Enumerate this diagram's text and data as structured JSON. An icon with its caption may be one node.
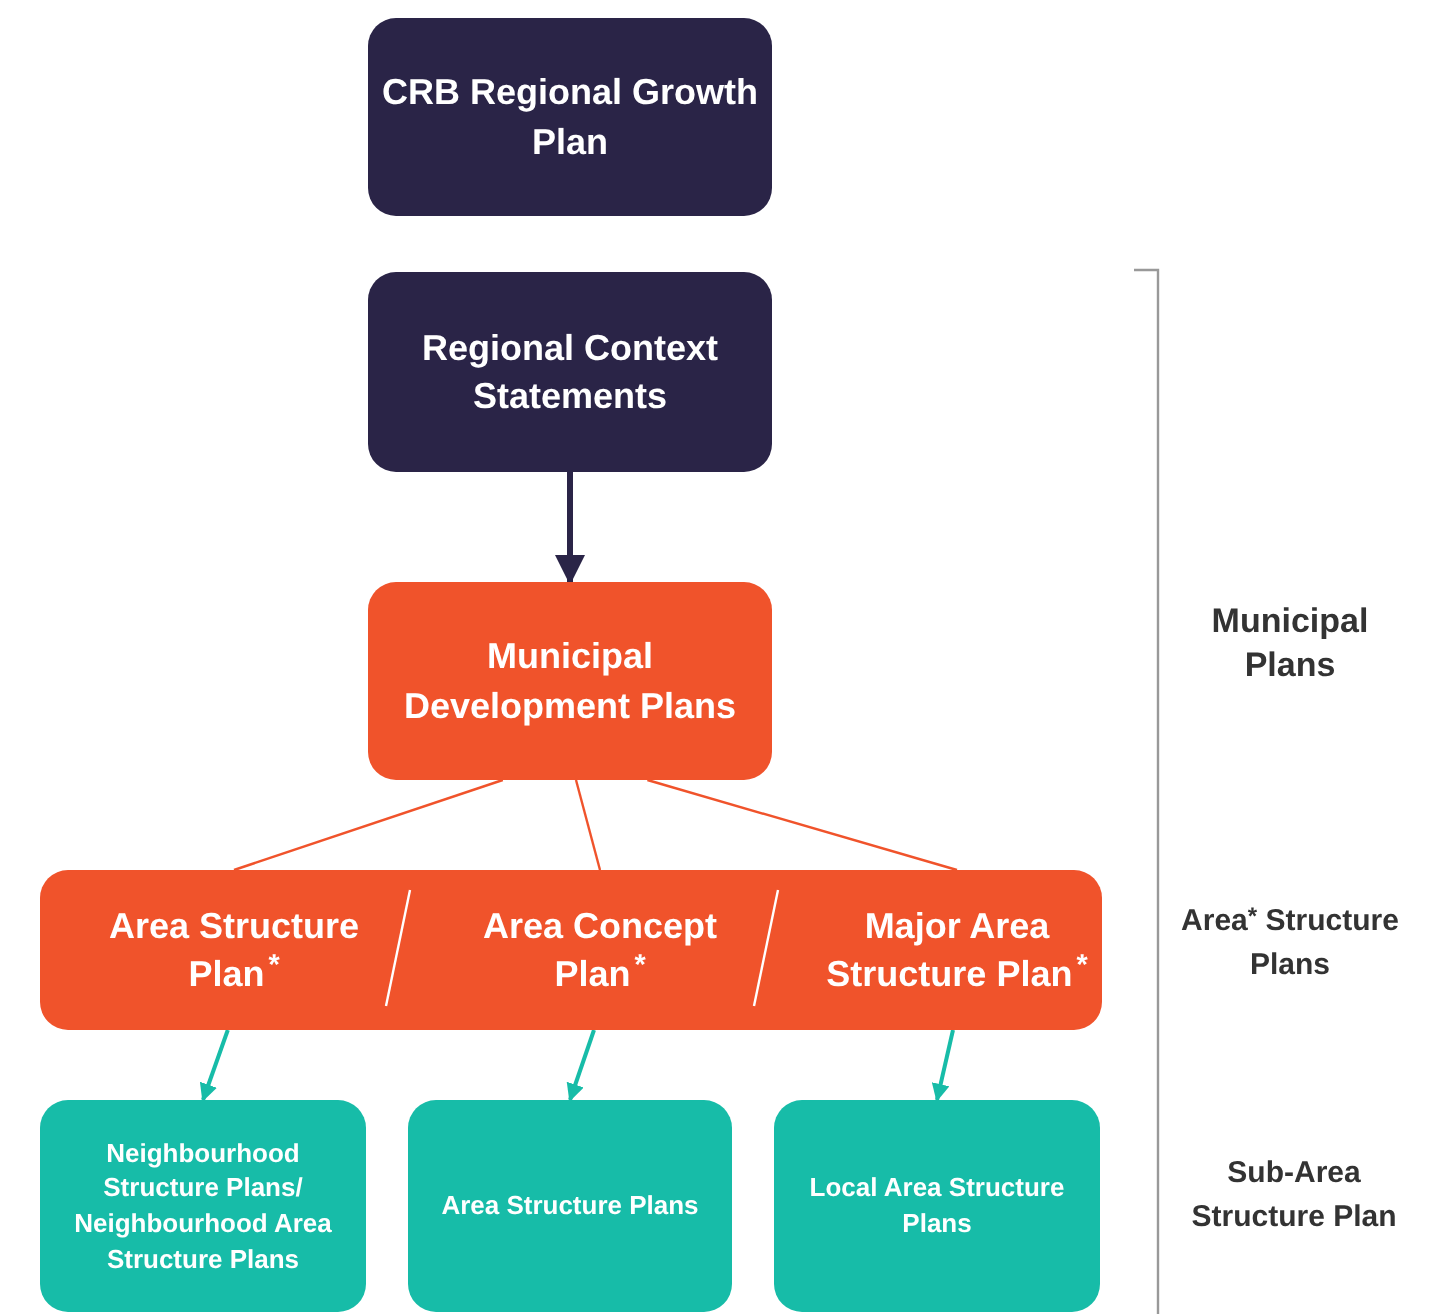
{
  "diagram": {
    "nodes": [
      {
        "text": [
          "CRB Regional Growth Plan"
        ]
      },
      {
        "text": [
          "Regional Context Statements"
        ]
      },
      {
        "text": [
          "Municipal Development Plans"
        ]
      },
      {
        "text": [],
        "shape": "box"
      },
      {
        "text": [
          "Area Structure Plan$^{*}$"
        ],
        "in": 3
      },
      {
        "text": [
          "Area Concept Plan$^{*}$"
        ],
        "in": 3
      },
      {
        "text": [
          "Major Area Structure Plan$^{*}$"
        ],
        "in": 3
      },
      {
        "text": [
          "Neighbourhood Structure Plans/ Neighbourhood Area Structure Plans"
        ]
      },
      {
        "text": [
          "Area Structure Plans"
        ]
      },
      {
        "text": [
          "Local Area Structure Plans"
        ]
      }
    ],
    "edges": [
      {
        "from": 1,
        "to": 2,
        "arrow": "to",
        "color": "#2a2447"
      },
      {
        "from": 2,
        "to": 4,
        "arrow": "none",
        "color": "#f0532b"
      },
      {
        "from": 2,
        "to": 5,
        "arrow": "none",
        "color": "#f0532b"
      },
      {
        "from": 2,
        "to": 6,
        "arrow": "none",
        "color": "#f0532b"
      },
      {
        "from": 4,
        "to": 7,
        "arrow": "to",
        "color": "#17bca8"
      },
      {
        "from": 5,
        "to": 8,
        "arrow": "to",
        "color": "#17bca8"
      },
      {
        "from": 6,
        "to": 9,
        "arrow": "to",
        "color": "#17bca8"
      }
    ],
    "labels": [
      "Municipal Plans",
      "Area$^{*}$ Structure Plans",
      "Sub-Area Structure Plan"
    ]
  }
}
